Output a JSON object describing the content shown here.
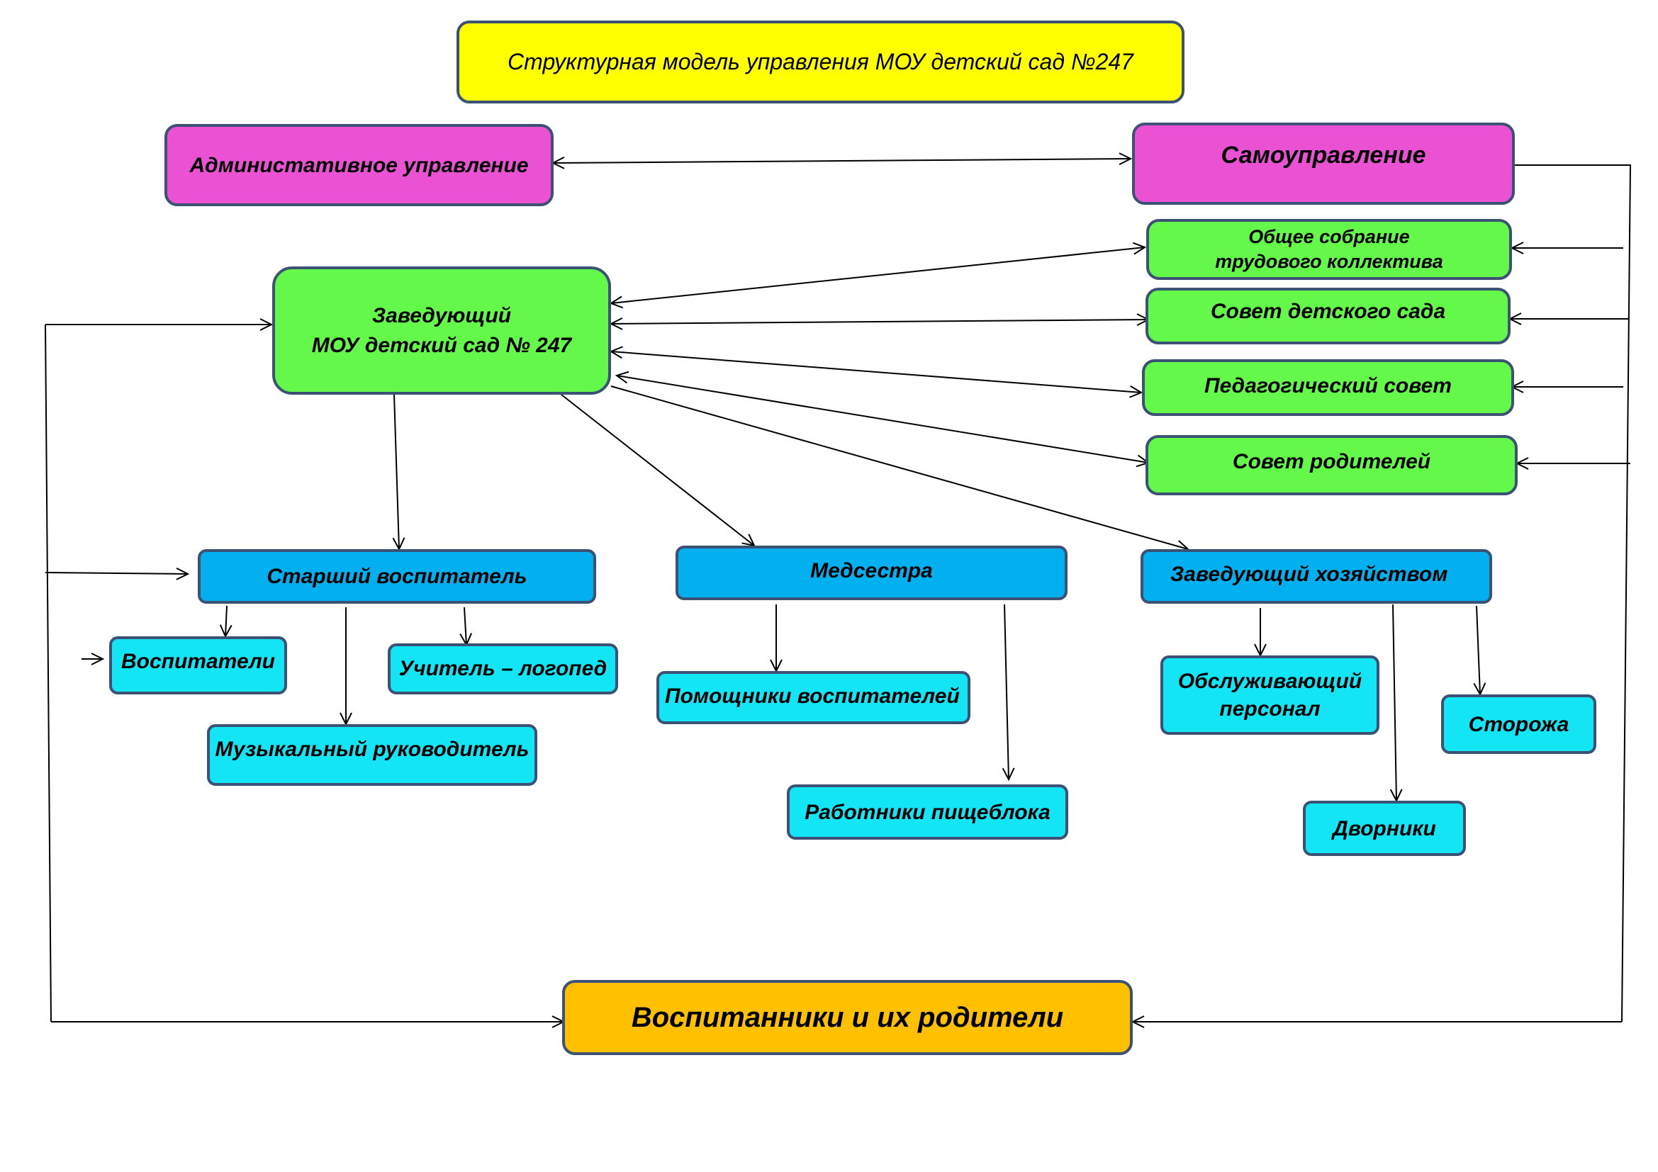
{
  "colors": {
    "title": "#FFFF00",
    "management": "#EA52D3",
    "council": "#64F84A",
    "head": "#64F84A",
    "department": "#02B0F0",
    "staff": "#13E5F5",
    "pupils": "#FFC000",
    "border": "#3b5275"
  },
  "nodes": {
    "title": "Структурная модель управления МОУ детский сад №247",
    "admin": "Администативное управление",
    "self_gov": "Самоуправление",
    "general_meeting": "Общее собрание\nтрудового коллектива",
    "kindergarten_council": "Совет детского сада",
    "pedagogical_council": "Педагогический совет",
    "parents_council": "Совет родителей",
    "head": "Заведующий\nМОУ детский сад № 247",
    "senior_teacher": "Старший воспитатель",
    "nurse": "Медсестра",
    "supply_manager": "Заведующий хозяйством",
    "teachers": "Воспитатели",
    "speech_therapist": "Учитель – логопед",
    "music_director": "Музыкальный руководитель",
    "teacher_assistants": "Помощники воспитателей",
    "kitchen_staff": "Работники пищеблока",
    "service_staff": "Обслуживающий\nперсонал",
    "watchmen": "Сторожа",
    "janitors": "Дворники",
    "pupils": "Воспитанники и их родители"
  }
}
